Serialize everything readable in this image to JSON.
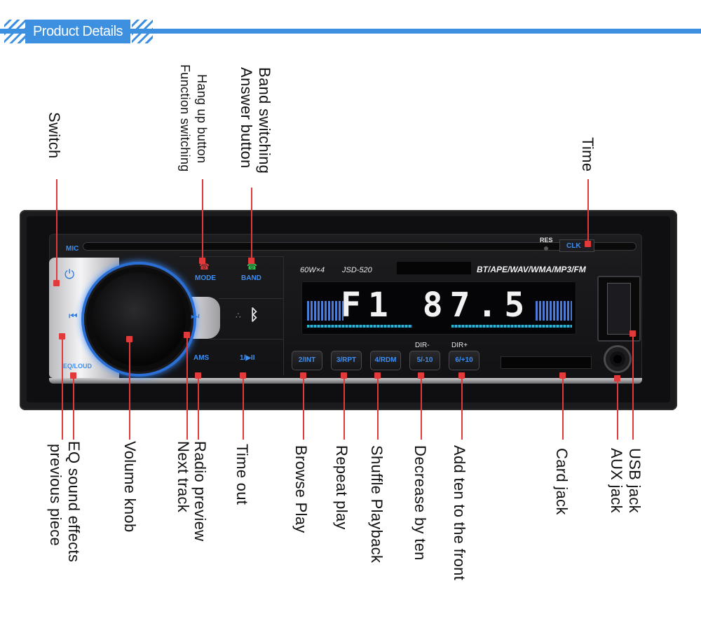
{
  "banner": {
    "title": "Product Details"
  },
  "top_labels": {
    "switch": "Switch",
    "hang_up": "Hang up button",
    "function_switching": "Function switching",
    "band_switching": "Band switching",
    "answer_button": "Answer button",
    "time": "Time"
  },
  "bottom_labels": {
    "eq_sound_effects": "EQ sound effects",
    "previous_piece": "previous piece",
    "volume_knob": "Volume knob",
    "radio_preview": "Radio preview",
    "next_track": "Next track",
    "time_out": "Time out",
    "browse_play": "Browse Play",
    "repeat_play": "Repeat play",
    "shuffle_playback": "Shuffle Playback",
    "decrease_by_ten": "Decrease by ten",
    "add_ten": "Add ten to the front",
    "card_jack": "Card jack",
    "aux_jack": "AUX jack",
    "usb_jack": "USB jack"
  },
  "device": {
    "mic": "MIC",
    "res": "RES",
    "clk": "CLK",
    "mode": "MODE",
    "band": "BAND",
    "power_ratings": "60W×4",
    "model": "JSD-520",
    "formats": "BT/APE/WAV/WMA/MP3/FM",
    "display_text": "F1 87.5",
    "eq_loud": "EQ/LOUD",
    "ams": "AMS",
    "play_pause": "1/▶II",
    "presets": [
      "2/INT",
      "3/RPT",
      "4/RDM",
      "5/-10",
      "6/+10"
    ],
    "dir_minus": "DIR-",
    "dir_plus": "DIR+",
    "prev_symbol": "⏮",
    "next_symbol": "⏭",
    "power_symbol": "⏻",
    "bt_symbol": "ᛒ"
  },
  "colors": {
    "accent": "#3d8fe0",
    "leader": "#e23a3a",
    "button_text": "#3e8ef0"
  }
}
